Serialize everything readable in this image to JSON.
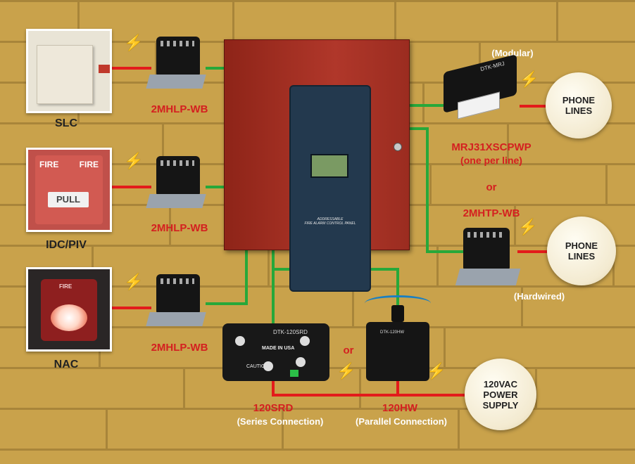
{
  "devices": {
    "slc_label": "SLC",
    "idc_label": "IDC/PIV",
    "nac_label": "NAC",
    "slc_protector": "2MHLP-WB",
    "idc_protector": "2MHLP-WB",
    "nac_protector": "2MHLP-WB"
  },
  "panel": {
    "text_line1": "ADDRESSABLE",
    "text_line2": "FIRE ALARM CONTROL PANEL"
  },
  "pull_station": {
    "fire_left": "FIRE",
    "fire_right": "FIRE",
    "pull": "PULL"
  },
  "horn_strobe": {
    "fire": "FIRE"
  },
  "phone_modular": {
    "tag": "(Modular)",
    "device_label": "DTK-MRJ",
    "model": "MRJ31XSCPWP",
    "note": "(one per line)",
    "or": "or",
    "alt_model": "2MHTP-WB",
    "bubble": "PHONE\nLINES"
  },
  "phone_hardwired": {
    "tag": "(Hardwired)",
    "bubble": "PHONE\nLINES"
  },
  "power": {
    "srd_device": "DTK-120SRD",
    "srd_made": "MADE IN USA",
    "srd_caution": "CAUTION",
    "srd_model": "120SRD",
    "srd_note": "(Series Connection)",
    "or": "or",
    "hw_model": "120HW",
    "hw_note": "(Parallel Connection)",
    "hw_list": "DTK-120HW",
    "bubble": "120VAC\nPOWER\nSUPPLY"
  },
  "colors": {
    "wire_green": "#27a83a",
    "wire_red": "#e31b1b",
    "label_red": "#d42020"
  }
}
